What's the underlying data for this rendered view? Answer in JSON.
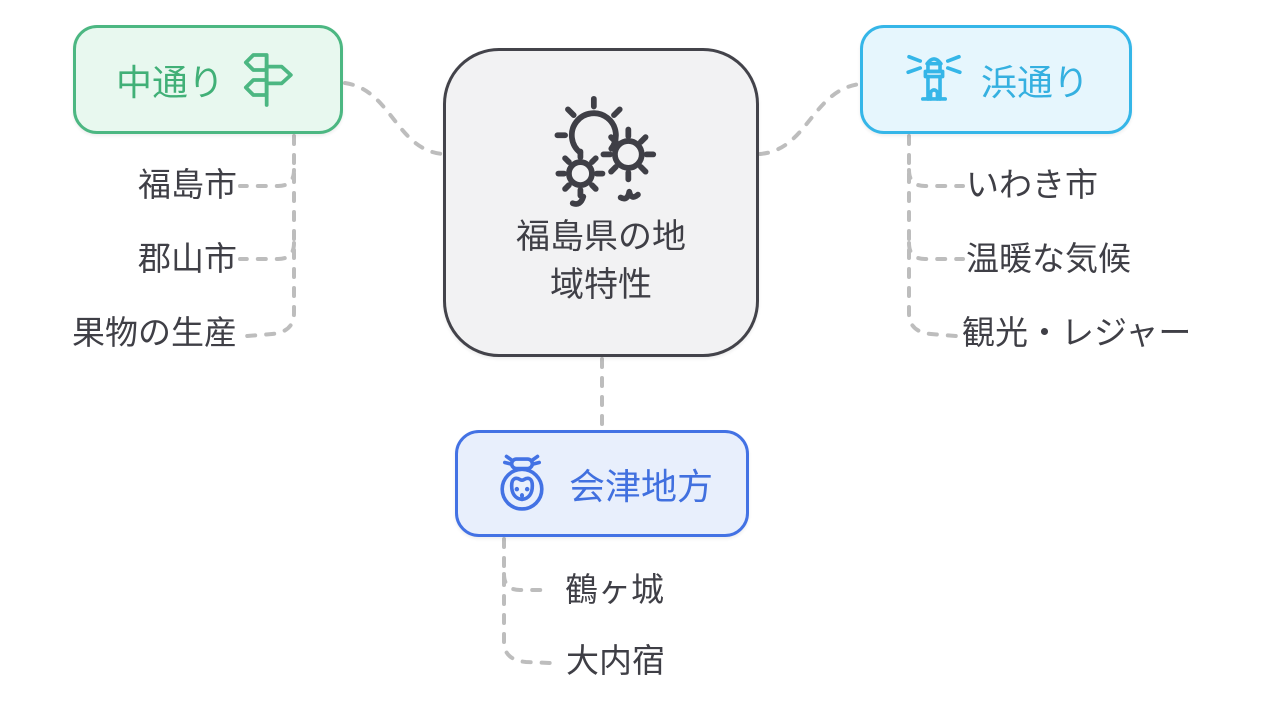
{
  "title": "福島県の地域特性",
  "mindmap": {
    "root": {
      "label_lines": [
        "福島県の地",
        "域特性"
      ],
      "icon": "sun-flowers-icon"
    },
    "branches": [
      {
        "id": "nakadori",
        "label": "中通り",
        "icon": "signpost-icon",
        "accent": "#4cb782",
        "fill": "#e8f8ef",
        "items": [
          "福島市",
          "郡山市",
          "果物の生産"
        ]
      },
      {
        "id": "hamadori",
        "label": "浜通り",
        "icon": "lighthouse-icon",
        "accent": "#35b6e8",
        "fill": "#e6f6fd",
        "items": [
          "いわき市",
          "温暖な気候",
          "観光・レジャー"
        ]
      },
      {
        "id": "aizu",
        "label": "会津地方",
        "icon": "doll-face-icon",
        "accent": "#4372e4",
        "fill": "#e8effc",
        "items": [
          "鶴ヶ城",
          "大内宿"
        ]
      }
    ],
    "colors": {
      "background": "#ffffff",
      "connector": "#bdbdbd",
      "text": "#3f3f46",
      "root_border": "#43434a",
      "root_fill": "#f2f2f3"
    }
  }
}
